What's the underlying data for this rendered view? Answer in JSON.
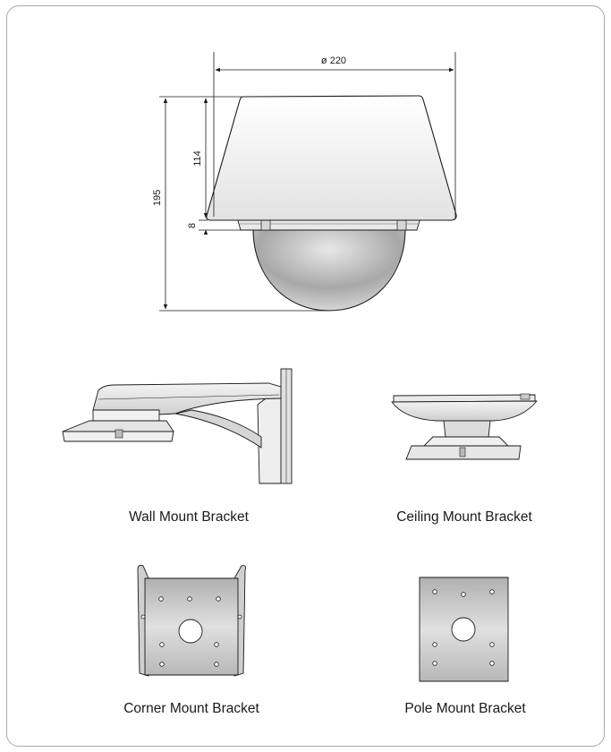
{
  "dimensions": {
    "diameter": "ø 220",
    "housing_height": "114",
    "total_height": "195",
    "gap": "8"
  },
  "brackets": {
    "wall": "Wall Mount Bracket",
    "ceiling": "Ceiling Mount Bracket",
    "corner": "Corner Mount Bracket",
    "pole": "Pole Mount Bracket"
  },
  "colors": {
    "frame": "#a9a9a9",
    "line": "#1a1a1a",
    "metal": "#c8c8c8"
  }
}
